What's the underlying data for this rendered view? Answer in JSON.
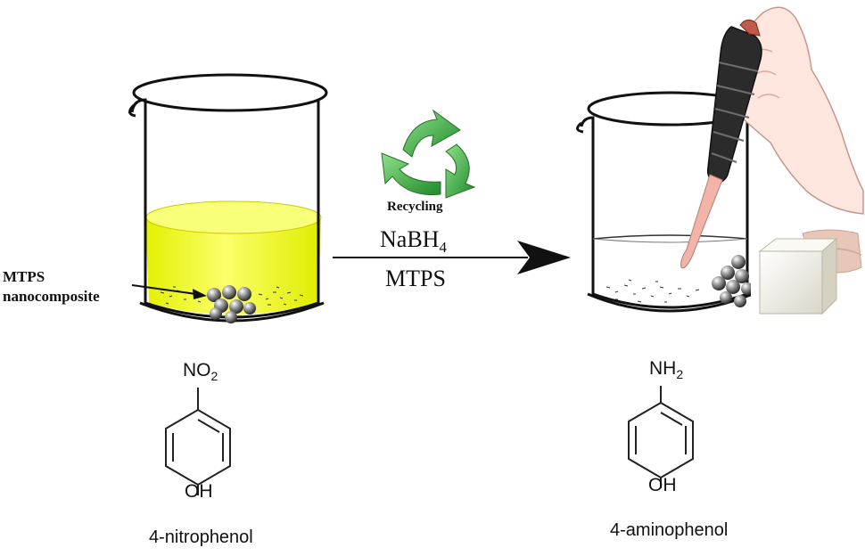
{
  "labels": {
    "catalyst_line1": "MTPS",
    "catalyst_line2": "nanocomposite",
    "recycling": "Recycling",
    "reagent": "NaBH",
    "reagent_sub": "4",
    "catalyst_over_arrow": "MTPS",
    "reactant_group": "NO",
    "reactant_group_sub": "2",
    "product_group": "NH",
    "product_group_sub": "2",
    "hydroxyl_left": "OH",
    "hydroxyl_right": "OH",
    "reactant_name": "4-nitrophenol",
    "product_name": "4-aminophenol"
  },
  "colors": {
    "solution_yellow": "#f3f400",
    "recycle_green": "#3aa53a",
    "glove": "#ffe8e0",
    "pipette_grip": "#2b2b2b",
    "pipette_tip": "#f2b4a8",
    "magnet": "#f3f3ea"
  }
}
